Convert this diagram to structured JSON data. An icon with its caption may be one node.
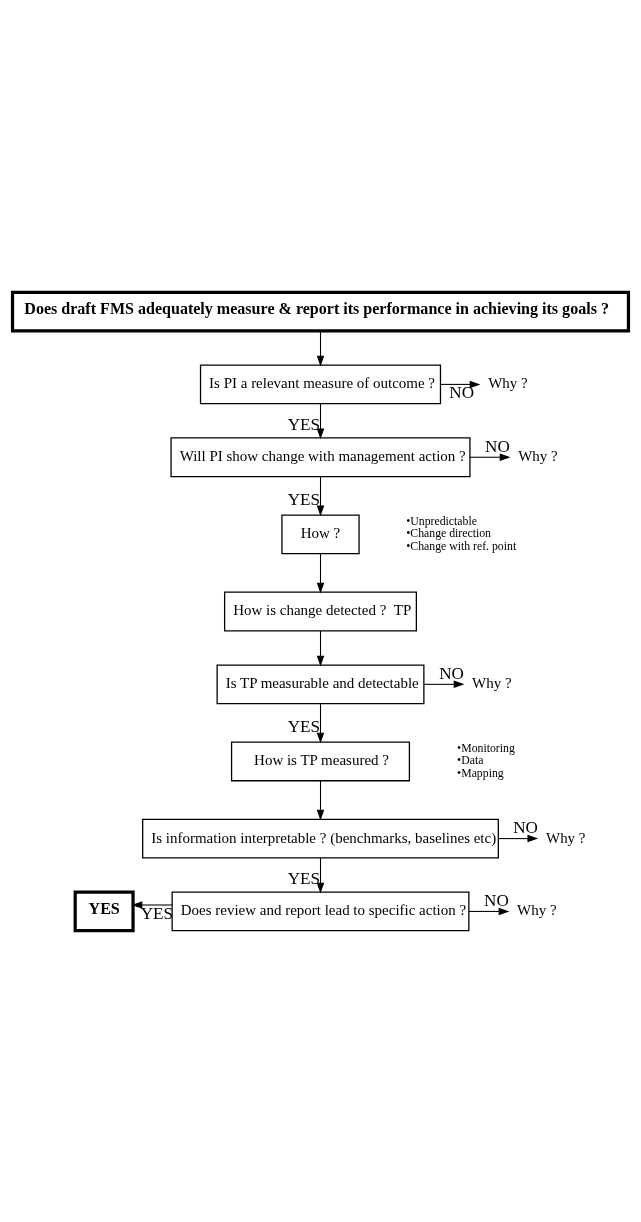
{
  "diagram": {
    "nodes": [
      {
        "text": [
          "Does draft FMS adequately measure & report its performance in achieving its goals ?"
        ]
      },
      {
        "text": [
          "Is PI a relevant measure of outcome ?"
        ]
      },
      {
        "text": [
          "Why ?"
        ]
      },
      {
        "text": [
          "Will PI show change with management action ?"
        ]
      },
      {
        "text": [
          "Why ?"
        ]
      },
      {
        "text": [
          "How ?"
        ]
      },
      {
        "text": [
          "How is change detected ?  TP"
        ]
      },
      {
        "text": [
          "Is TP measurable and detectable"
        ]
      },
      {
        "text": [
          "Why ?"
        ]
      },
      {
        "text": [
          "How is TP measured ?"
        ]
      },
      {
        "text": [
          "Is information interpretable ? (benchmarks, baselines etc)"
        ]
      },
      {
        "text": [
          "Why ?"
        ]
      },
      {
        "text": [
          "Does review and report lead to specific action ?"
        ]
      },
      {
        "text": [
          "Why ?"
        ]
      },
      {
        "text": [
          "YES"
        ]
      }
    ],
    "edges": [
      {
        "from": 0,
        "to": 1,
        "arrow": "to"
      },
      {
        "from": 1,
        "to": 2,
        "arrow": "to",
        "label": "NO"
      },
      {
        "from": 1,
        "to": 3,
        "arrow": "to",
        "label": "YES"
      },
      {
        "from": 3,
        "to": 4,
        "arrow": "to",
        "label": "NO"
      },
      {
        "from": 3,
        "to": 5,
        "arrow": "to",
        "label": "YES"
      },
      {
        "from": 5,
        "to": 6,
        "arrow": "to"
      },
      {
        "from": 6,
        "to": 7,
        "arrow": "to"
      },
      {
        "from": 7,
        "to": 8,
        "arrow": "to",
        "label": "NO"
      },
      {
        "from": 7,
        "to": 9,
        "arrow": "to",
        "label": "YES"
      },
      {
        "from": 9,
        "to": 10,
        "arrow": "to"
      },
      {
        "from": 10,
        "to": 11,
        "arrow": "to",
        "label": "NO"
      },
      {
        "from": 10,
        "to": 12,
        "arrow": "to",
        "label": "YES"
      },
      {
        "from": 12,
        "to": 13,
        "arrow": "to",
        "label": "NO"
      },
      {
        "from": 12,
        "to": 14,
        "arrow": "to",
        "label": "YES"
      }
    ],
    "labels": [
      "•Unpredictable",
      "•Change direction",
      "•Change with ref. point",
      "•Monitoring",
      "•Data",
      "•Mapping"
    ]
  }
}
